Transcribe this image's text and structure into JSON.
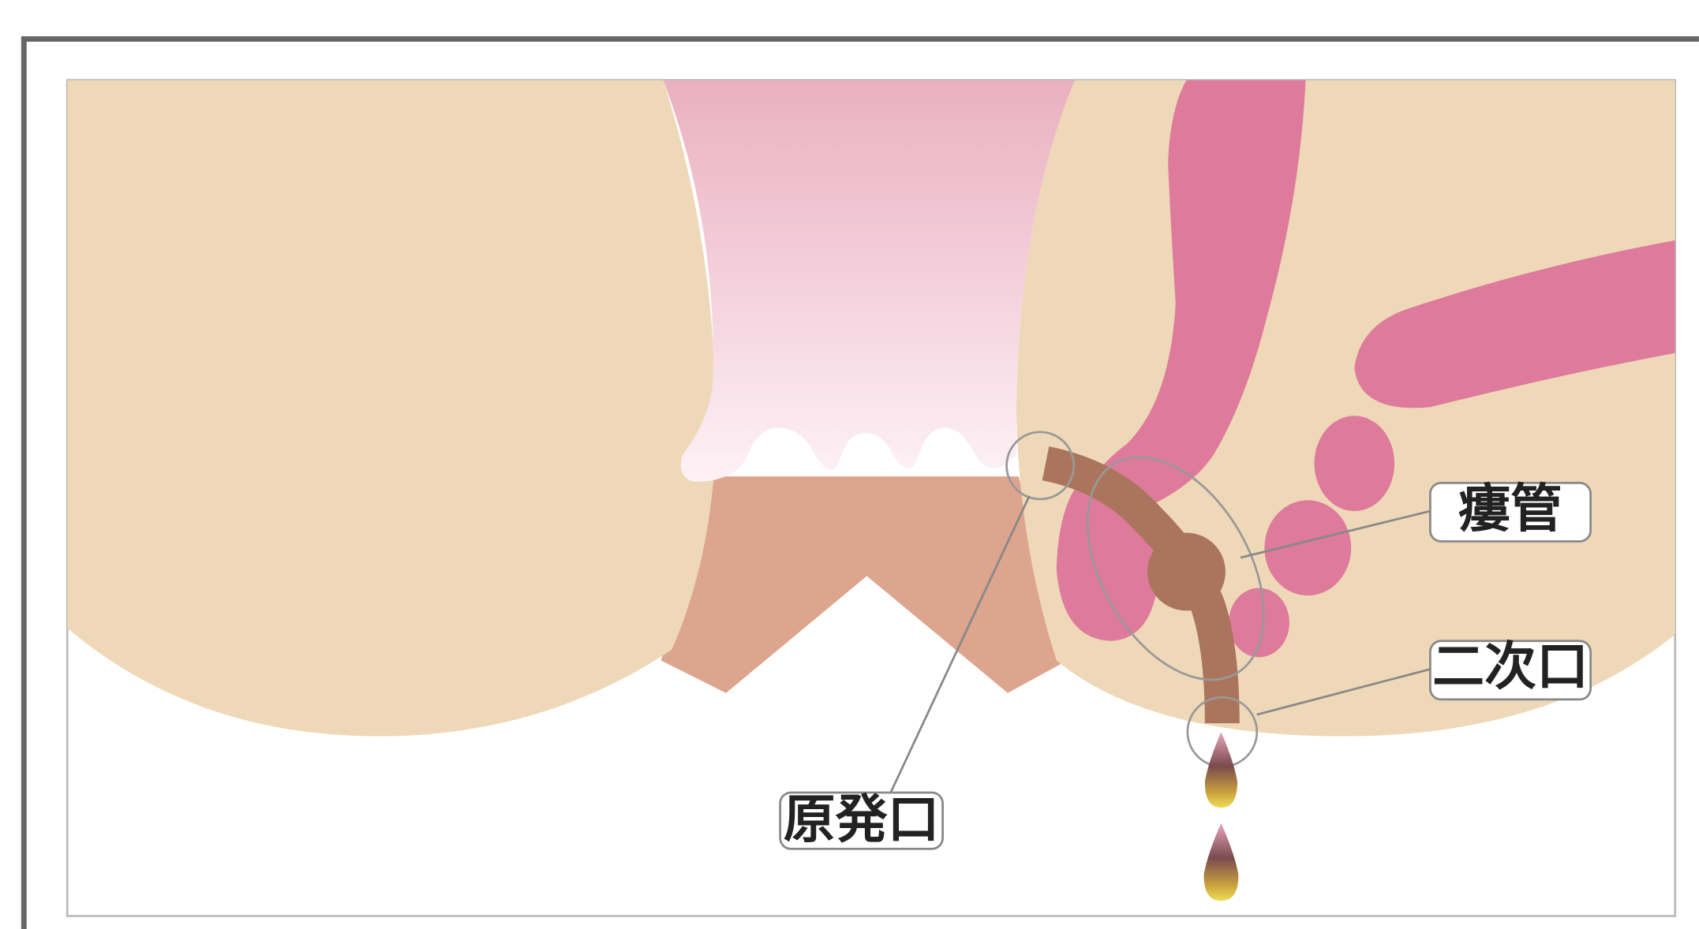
{
  "labels": {
    "primary_opening": "原発口",
    "fistula_tract": "瘻管",
    "secondary_opening": "二次口"
  },
  "colors": {
    "skin": "#eed8b8",
    "mucosa_pink": "#de7a9c",
    "rectum_top": "#eab0c0",
    "anal_canal": "#dda48e",
    "fistula": "#aa755c",
    "outer_frame": "#666666",
    "inner_frame": "#bbbbbb",
    "leader_line": "#888888",
    "drop_top": "#e8a6bd",
    "drop_mid": "#7a4a4e",
    "drop_bottom": "#f0de56"
  }
}
